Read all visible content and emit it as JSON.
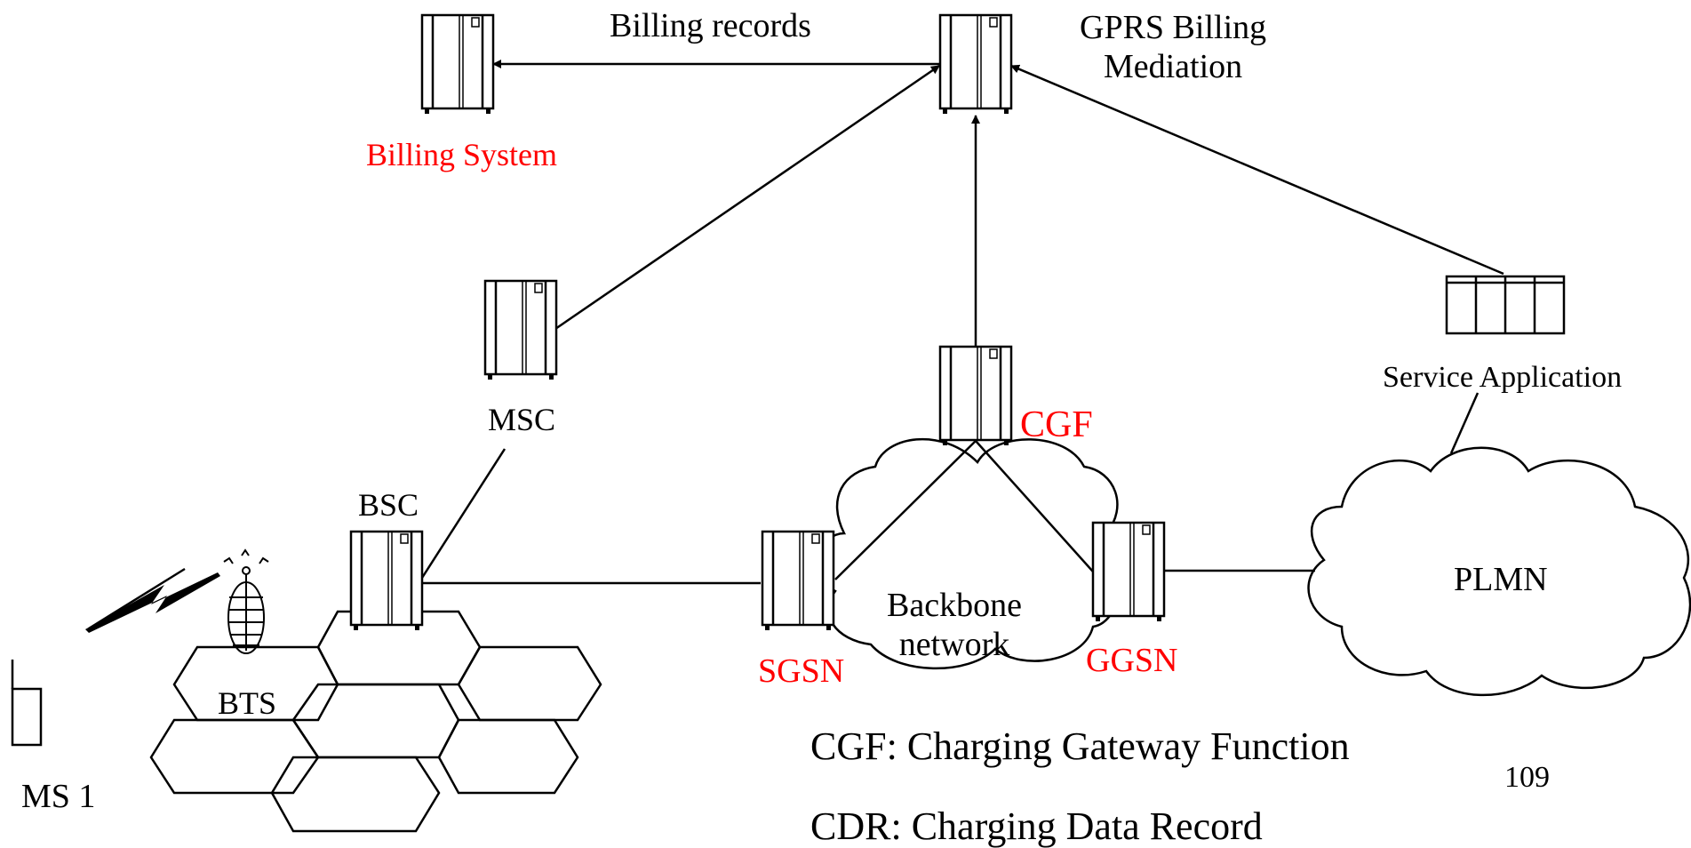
{
  "diagram": {
    "labels": {
      "billing_records": "Billing records",
      "gprs_billing_mediation_line1": "GPRS Billing",
      "gprs_billing_mediation_line2": "Mediation",
      "billing_system": "Billing System",
      "msc": "MSC",
      "bsc": "BSC",
      "bts": "BTS",
      "ms1": "MS 1",
      "cgf": "CGF",
      "sgsn": "SGSN",
      "ggsn": "GGSN",
      "backbone_line1": "Backbone",
      "backbone_line2": "network",
      "plmn": "PLMN",
      "service_application": "Service Application"
    },
    "legend": {
      "cgf_def": "CGF: Charging Gateway Function",
      "cdr_def": "CDR: Charging Data Record"
    },
    "page_number": "109",
    "colors": {
      "highlight": "#ff0000",
      "ink": "#000000"
    }
  }
}
